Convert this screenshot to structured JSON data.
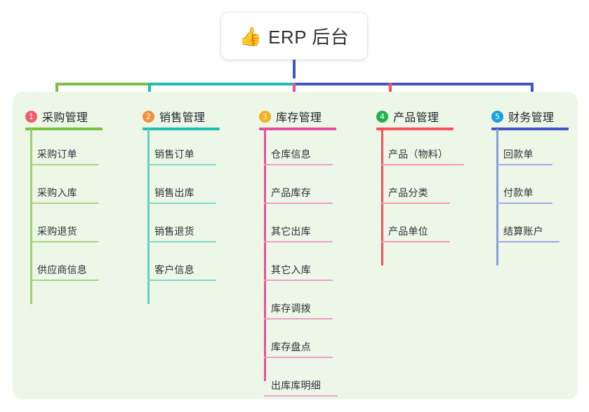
{
  "diagram": {
    "type": "mind-map",
    "root": {
      "icon": "thumbs-up-icon",
      "emoji": "👍",
      "title": "ERP 后台"
    },
    "panel_color": "#edf7e7",
    "root_connector_color": "#4355c5",
    "trunk_segments": [
      {
        "name": "green-segment",
        "color": "#7cbf45"
      },
      {
        "name": "teal-segment",
        "color": "#1fbfb0"
      },
      {
        "name": "indigo-segment",
        "color": "#4355c5"
      }
    ],
    "columns": [
      {
        "number": "1",
        "title": "采购管理",
        "badge_color": "#f2596b",
        "line_color": "#7cbf45",
        "spine_color": "#9fce6f",
        "leaf_color": "#a8d47e",
        "children": [
          "采购订单",
          "采购入库",
          "采购退货",
          "供应商信息"
        ]
      },
      {
        "number": "2",
        "title": "销售管理",
        "badge_color": "#f0913a",
        "line_color": "#1fbfb0",
        "spine_color": "#63cfc4",
        "leaf_color": "#7fd8ce",
        "children": [
          "销售订单",
          "销售出库",
          "销售退货",
          "客户信息"
        ]
      },
      {
        "number": "3",
        "title": "库存管理",
        "badge_color": "#f5b01e",
        "line_color": "#e8509f",
        "spine_color": "#e8509f",
        "leaf_color": "#efa0c7",
        "children": [
          "仓库信息",
          "产品库存",
          "其它出库",
          "其它入库",
          "库存调拨",
          "库存盘点",
          "出库库明细"
        ]
      },
      {
        "number": "4",
        "title": "产品管理",
        "badge_color": "#22b14c",
        "line_color": "#f8505e",
        "spine_color": "#f8505e",
        "leaf_color": "#fa9aa2",
        "children": [
          "产品（物料）",
          "产品分类",
          "产品单位"
        ]
      },
      {
        "number": "5",
        "title": "财务管理",
        "badge_color": "#17a2dc",
        "line_color": "#4355c5",
        "spine_color": "#8a9be0",
        "leaf_color": "#9aaae6",
        "children": [
          "回款单",
          "付款单",
          "结算账户"
        ]
      }
    ]
  }
}
